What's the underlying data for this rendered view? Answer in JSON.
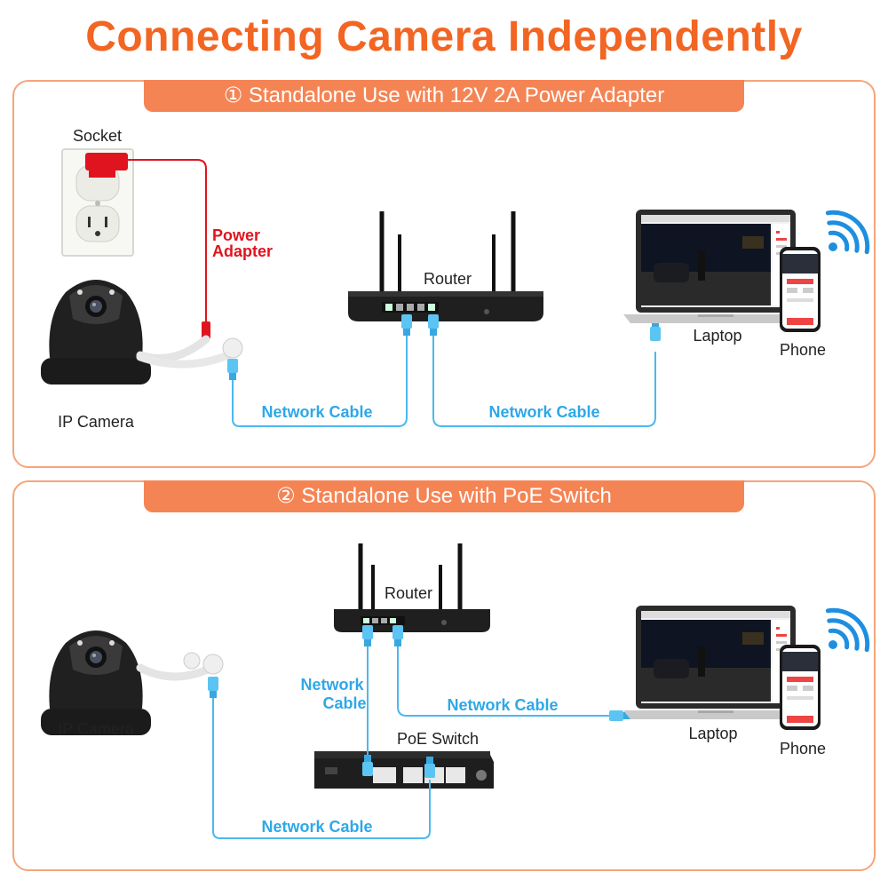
{
  "title": "Connecting Camera Independently",
  "section1": {
    "header": "① Standalone Use with 12V 2A Power Adapter",
    "socket": "Socket",
    "power_adapter_line1": "Power",
    "power_adapter_line2": "Adapter",
    "router": "Router",
    "laptop": "Laptop",
    "phone": "Phone",
    "ip_camera": "IP Camera",
    "cable_left": "Network Cable",
    "cable_right": "Network Cable"
  },
  "section2": {
    "header": "② Standalone Use with PoE Switch",
    "router": "Router",
    "ip_camera": "IP Camera",
    "cable_vertical_line1": "Network",
    "cable_vertical_line2": "Cable",
    "cable_laptop": "Network Cable",
    "poe_switch": "PoE Switch",
    "laptop": "Laptop",
    "phone": "Phone",
    "cable_bottom": "Network Cable"
  },
  "colors": {
    "accent": "#f26522",
    "panel_border": "#f5a57a",
    "header_fill": "#f58454",
    "network_cable": "#4cb8ee",
    "power_cable": "#e0141e",
    "wifi": "#1e8fe0"
  }
}
